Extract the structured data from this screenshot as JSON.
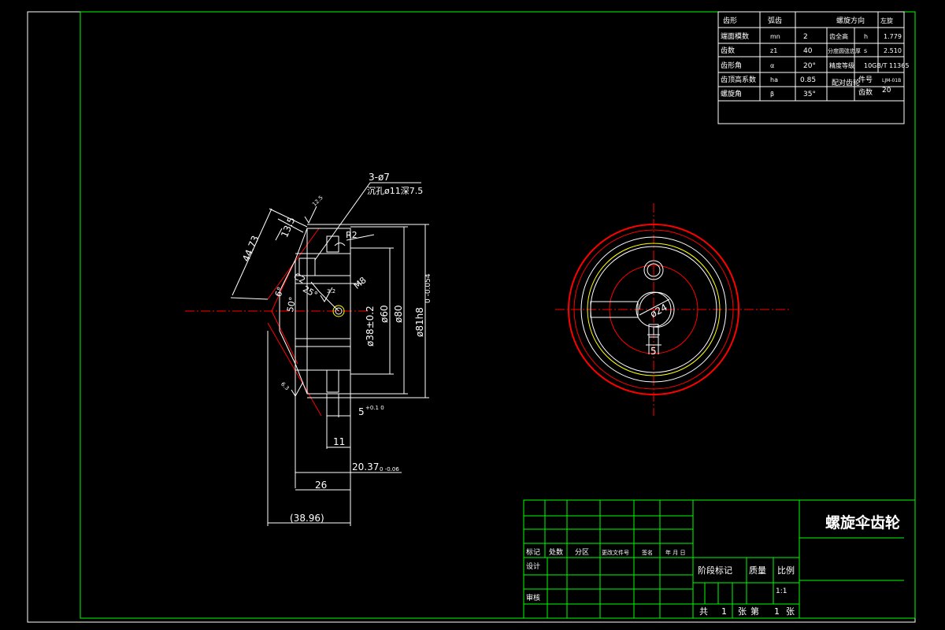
{
  "title": "螺旋伞齿轮",
  "param_table": {
    "header": {
      "c1": "齿形",
      "c2": "弧齿",
      "c3": "螺旋方向",
      "c4": "左旋"
    },
    "rows": [
      {
        "name": "端面模数",
        "sym": "mn",
        "val": "2",
        "name2": "齿全高",
        "sym2": "h",
        "val2": "1.779"
      },
      {
        "name": "齿数",
        "sym": "z1",
        "val": "40",
        "name2": "分度圆弦齿厚",
        "sym2": "s",
        "val2": "2.510"
      },
      {
        "name": "齿形角",
        "sym": "α",
        "val": "20°",
        "name2": "精度等级",
        "sym2": "",
        "val2": "10GB/T 11365"
      },
      {
        "name": "齿顶高系数",
        "sym": "ha",
        "val": "0.85",
        "name2": "配对齿轮",
        "sym2": "件号",
        "val2": "LJM-01B"
      },
      {
        "name": "螺旋角",
        "sym": "β",
        "val": "35°",
        "name2": "",
        "sym2": "齿数",
        "val2": "20"
      }
    ]
  },
  "dims": {
    "holes": "3-ø7",
    "counterbore": "沉孔ø11深7.5",
    "d1": "44.73",
    "d2": "13.5",
    "radius": "R2",
    "chamfer": "C2",
    "angle1": "25°",
    "angle2": "50°",
    "angle3": "6°",
    "thread": "M8",
    "d_38": "ø38±0.2",
    "d_60": "ø60",
    "d_80": "ø80",
    "d_81": "ø81h8",
    "tol_81": "0 -0.054",
    "w_5": "5",
    "tol_5": "+0.1 0",
    "w_11": "11",
    "w_2037": "20.37",
    "tol_2037": "0 -0.06",
    "w_26": "26",
    "w_3896": "(38.96)",
    "r_12_5": "12.5",
    "r_3_2": "3.2",
    "r_6_3": "6.3",
    "d_24": "ø24",
    "key_5": "5"
  },
  "title_block": {
    "labels": {
      "mark": "标记",
      "count": "处数",
      "zone": "分区",
      "doc": "更改文件号",
      "sign": "签名",
      "date": "年 月 日",
      "design": "设计",
      "review": "审核",
      "stage": "阶段标记",
      "mass": "质量",
      "scale": "比例",
      "scale_val": "1:1",
      "sheets": "共",
      "sheets_n": "1",
      "sheets_zhang": "张",
      "sheet_no": "第",
      "sheet_n": "1",
      "sheet_zhang": "张"
    }
  },
  "colors": {
    "border": "#00ff00",
    "line": "#ffffff",
    "center": "#ff0000",
    "pitch": "#ffff00",
    "background": "#000000"
  }
}
